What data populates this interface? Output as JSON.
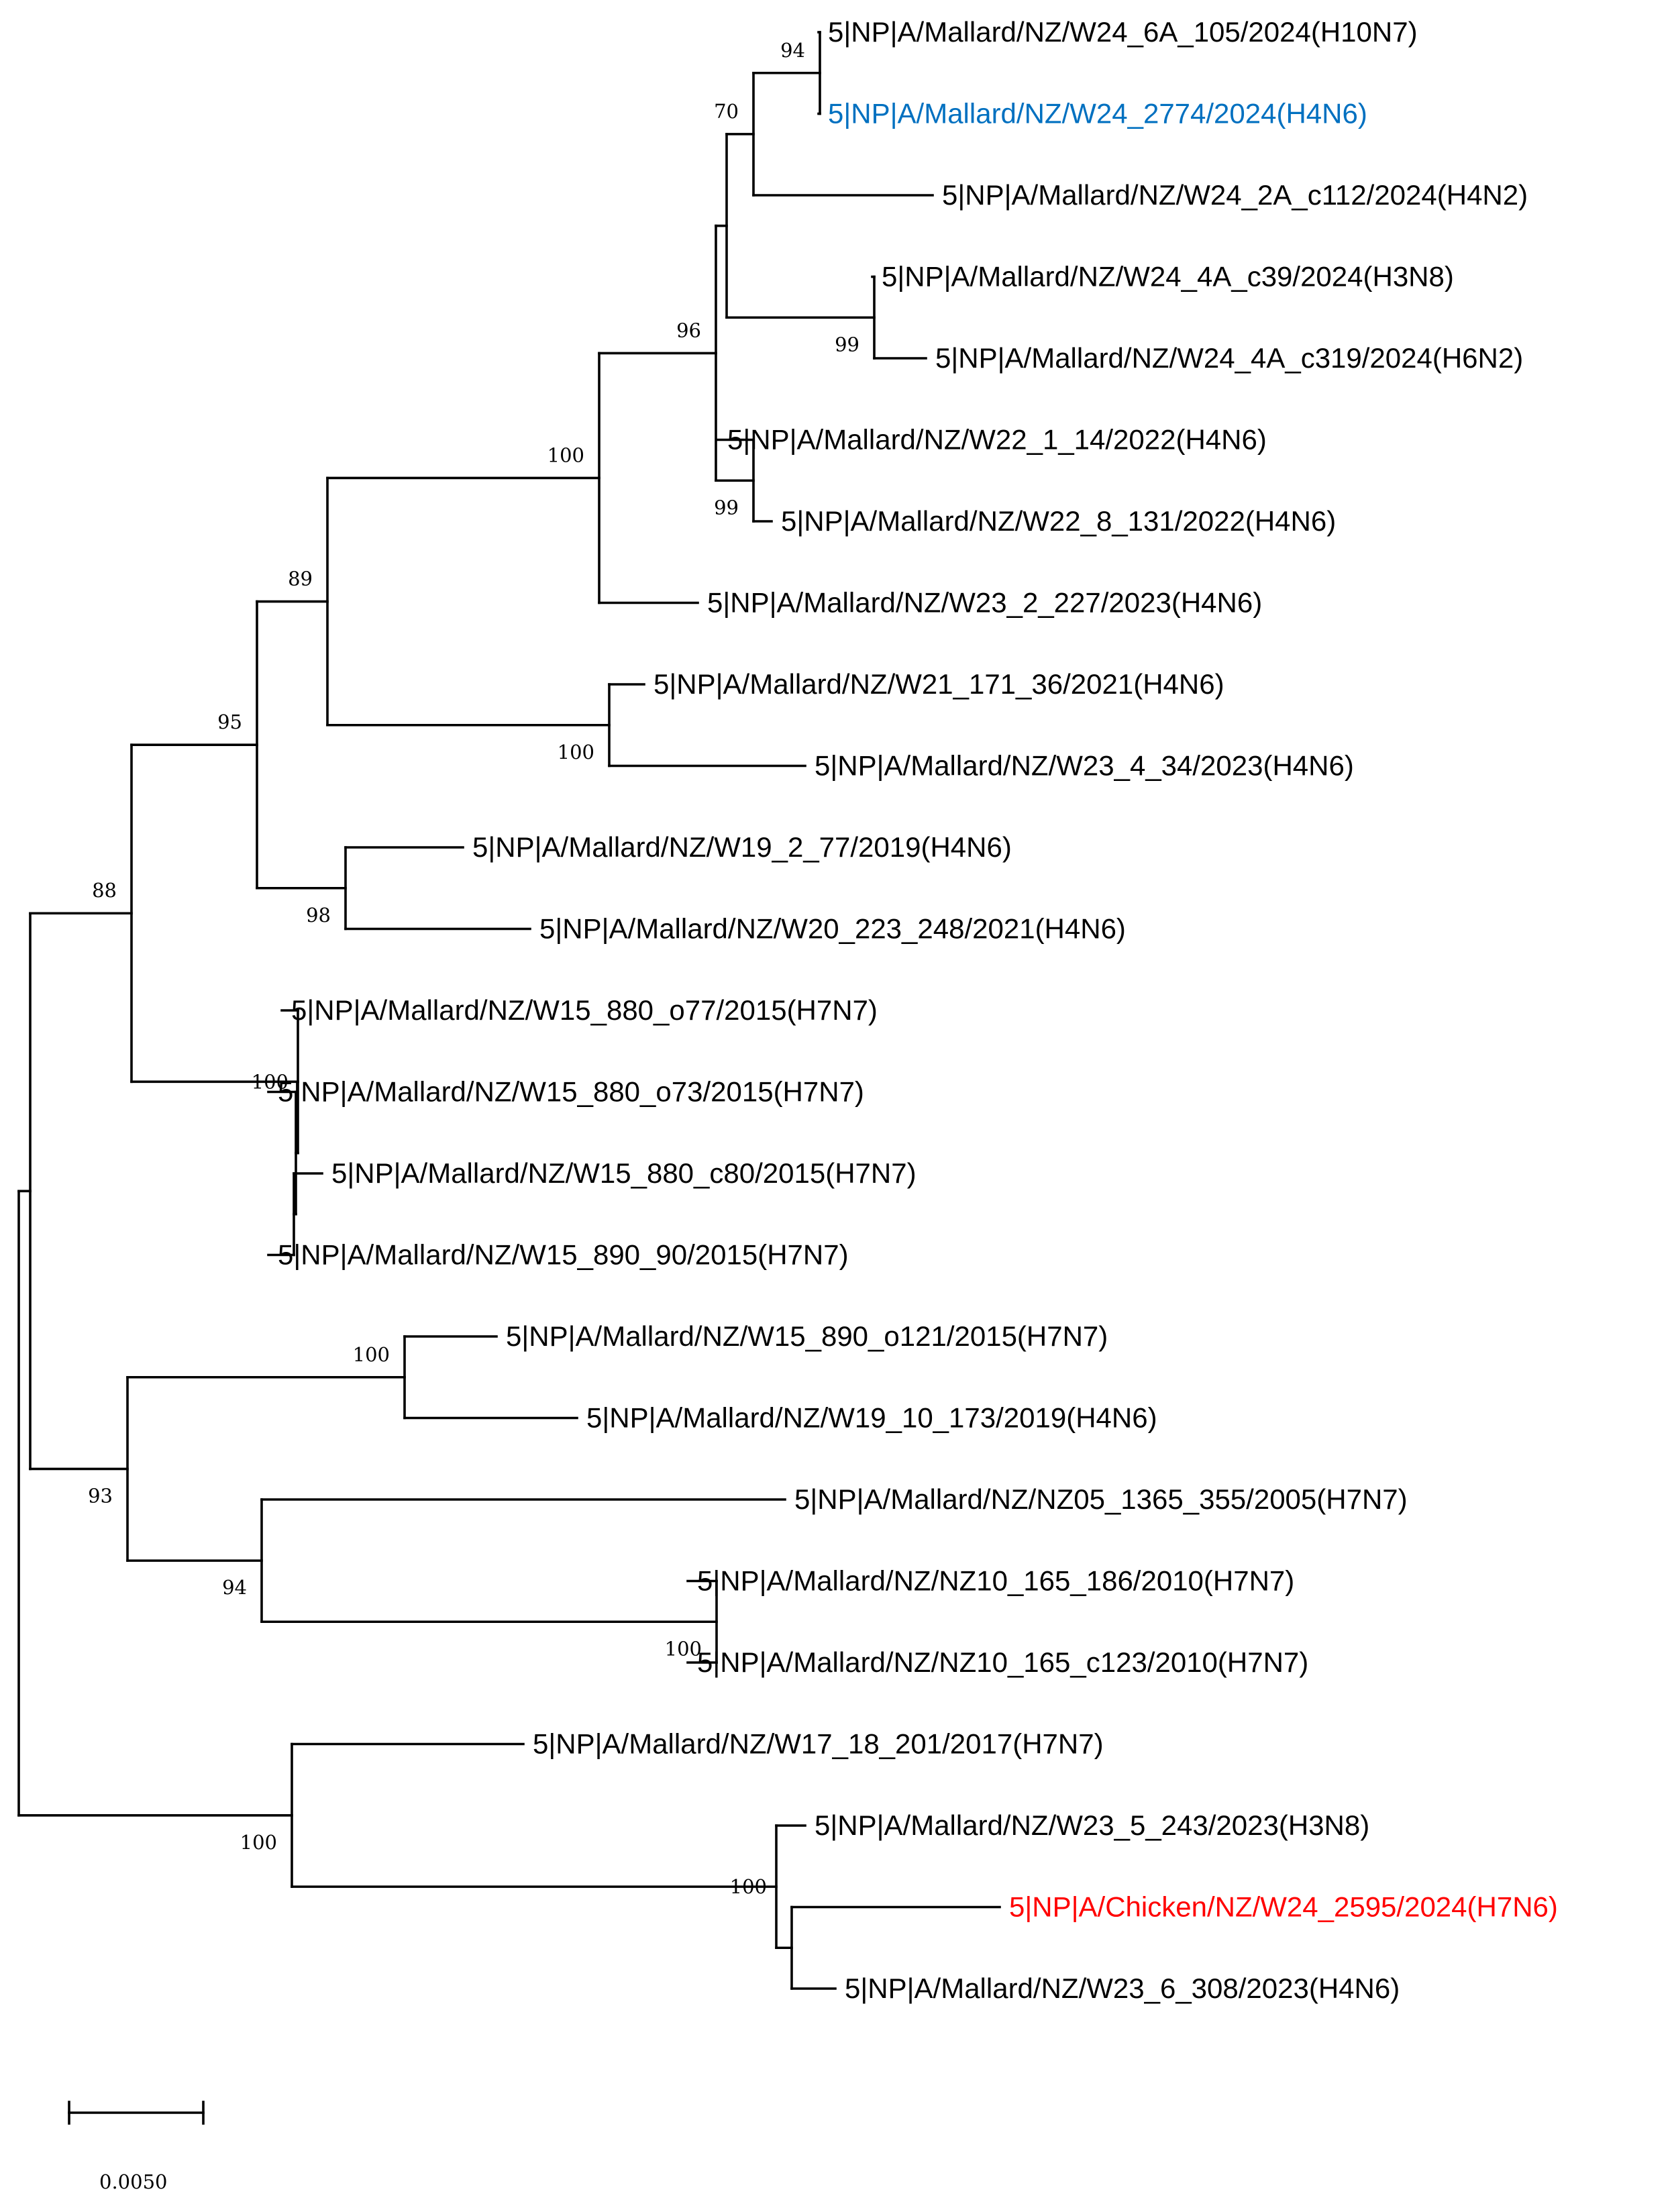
{
  "colors": {
    "default": "#000000",
    "highlight_blue": "#0070C0",
    "highlight_red": "#FF0000"
  },
  "leaves": [
    {
      "id": "L1",
      "label": "5|NP|A/Mallard/NZ/W24_6A_105/2024(H10N7)"
    },
    {
      "id": "L2",
      "label": "5|NP|A/Mallard/NZ/W24_2774/2024(H4N6)",
      "highlight": "blue"
    },
    {
      "id": "L3",
      "label": "5|NP|A/Mallard/NZ/W24_2A_c112/2024(H4N2)"
    },
    {
      "id": "L4",
      "label": "5|NP|A/Mallard/NZ/W24_4A_c39/2024(H3N8)"
    },
    {
      "id": "L5",
      "label": "5|NP|A/Mallard/NZ/W24_4A_c319/2024(H6N2)"
    },
    {
      "id": "L6",
      "label": "5|NP|A/Mallard/NZ/W22_1_14/2022(H4N6)"
    },
    {
      "id": "L7",
      "label": "5|NP|A/Mallard/NZ/W22_8_131/2022(H4N6)"
    },
    {
      "id": "L8",
      "label": "5|NP|A/Mallard/NZ/W23_2_227/2023(H4N6)"
    },
    {
      "id": "L9",
      "label": "5|NP|A/Mallard/NZ/W21_171_36/2021(H4N6)"
    },
    {
      "id": "L10",
      "label": "5|NP|A/Mallard/NZ/W23_4_34/2023(H4N6)"
    },
    {
      "id": "L11",
      "label": "5|NP|A/Mallard/NZ/W19_2_77/2019(H4N6)"
    },
    {
      "id": "L12",
      "label": "5|NP|A/Mallard/NZ/W20_223_248/2021(H4N6)"
    },
    {
      "id": "L13",
      "label": "5|NP|A/Mallard/NZ/W15_880_o77/2015(H7N7)"
    },
    {
      "id": "L14",
      "label": "5|NP|A/Mallard/NZ/W15_880_o73/2015(H7N7)"
    },
    {
      "id": "L15",
      "label": "5|NP|A/Mallard/NZ/W15_880_c80/2015(H7N7)"
    },
    {
      "id": "L16",
      "label": "5|NP|A/Mallard/NZ/W15_890_90/2015(H7N7)"
    },
    {
      "id": "L17",
      "label": "5|NP|A/Mallard/NZ/W15_890_o121/2015(H7N7)"
    },
    {
      "id": "L18",
      "label": "5|NP|A/Mallard/NZ/W19_10_173/2019(H4N6)"
    },
    {
      "id": "L19",
      "label": "5|NP|A/Mallard/NZ/NZ05_1365_355/2005(H7N7)"
    },
    {
      "id": "L20",
      "label": "5|NP|A/Mallard/NZ/NZ10_165_186/2010(H7N7)"
    },
    {
      "id": "L21",
      "label": "5|NP|A/Mallard/NZ/NZ10_165_c123/2010(H7N7)"
    },
    {
      "id": "L22",
      "label": "5|NP|A/Mallard/NZ/W17_18_201/2017(H7N7)"
    },
    {
      "id": "L23",
      "label": "5|NP|A/Mallard/NZ/W23_5_243/2023(H3N8)"
    },
    {
      "id": "L24",
      "label": "5|NP|A/Chicken/NZ/W24_2595/2024(H7N6)",
      "highlight": "red"
    },
    {
      "id": "L25",
      "label": "5|NP|A/Mallard/NZ/W23_6_308/2023(H4N6)"
    }
  ],
  "support_values": [
    "94",
    "70",
    "96",
    "99",
    "99",
    "100",
    "89",
    "100",
    "95",
    "98",
    "88",
    "100",
    "100",
    "93",
    "94",
    "100",
    "100",
    "100"
  ],
  "scale_bar": {
    "label": "0.0050"
  }
}
